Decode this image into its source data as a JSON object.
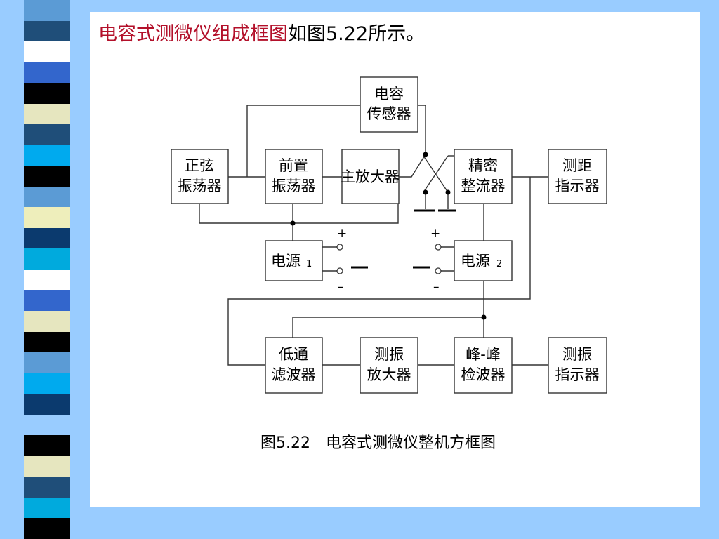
{
  "heading": {
    "highlight": "电容式测微仪组成框图",
    "rest": "如图5.22所示。",
    "highlight_color": "#b3102a"
  },
  "colors": {
    "background": "#99ccff",
    "stripe": [
      "#5b9bd5",
      "#1f4e79",
      "#ffffff",
      "#3366cc",
      "#000000",
      "#e6e6bf",
      "#1f4e79",
      "#00aaee",
      "#000000",
      "#5b9bd5",
      "#eeeebb",
      "#0b3a6e",
      "#00aadd",
      "#ffffff",
      "#3366cc",
      "#e6e6bf",
      "#000000",
      "#5b9bd5",
      "#00aaee",
      "#0b3a6e",
      "#99ccff",
      "#000000",
      "#e6e6bf",
      "#1f4e79",
      "#00aadd",
      "#000000"
    ]
  },
  "diagram": {
    "blocks": {
      "sensor": [
        "电容",
        "传感器"
      ],
      "sine_osc": [
        "正弦",
        "振荡器"
      ],
      "pre_osc": [
        "前置",
        "振荡器"
      ],
      "main_amp": [
        "主放大器"
      ],
      "precision_rect": [
        "精密",
        "整流器"
      ],
      "range_ind": [
        "测距",
        "指示器"
      ],
      "psu1": {
        "label": "电源",
        "num": "1"
      },
      "psu2": {
        "label": "电源",
        "num": "2"
      },
      "lowpass": [
        "低通",
        "滤波器"
      ],
      "vib_amp": [
        "测振",
        "放大器"
      ],
      "peak_det": [
        "峰-峰",
        "检波器"
      ],
      "vib_ind": [
        "测振",
        "指示器"
      ]
    },
    "plus": "+",
    "minus": "–",
    "caption": "图5.22　电容式测微仪整机方框图"
  }
}
